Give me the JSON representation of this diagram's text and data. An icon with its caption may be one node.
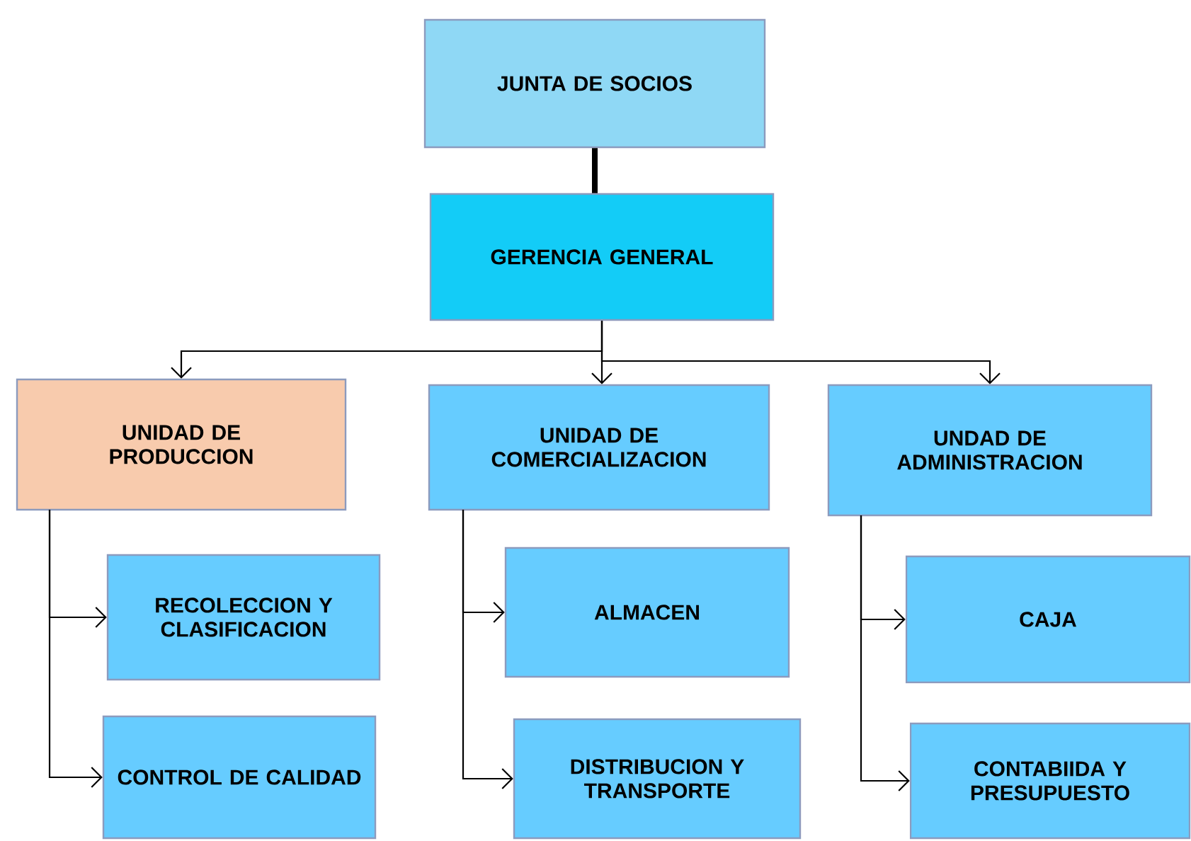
{
  "diagram": {
    "nodes": [
      {
        "text": [
          "JUNTA DE SOCIOS"
        ]
      },
      {
        "text": [
          "GERENCIA GENERAL"
        ]
      },
      {
        "text": [
          "UNIDAD DE PRODUCCION"
        ]
      },
      {
        "text": [
          "UNIDAD DE COMERCIALIZACION"
        ]
      },
      {
        "text": [
          "UNDAD DE ADMINISTRACION"
        ]
      },
      {
        "text": [
          "RECOLECCION Y CLASIFICACION"
        ]
      },
      {
        "text": [
          "CONTROL DE CALIDAD"
        ]
      },
      {
        "text": [
          "ALMACEN"
        ]
      },
      {
        "text": [
          "DISTRIBUCION Y TRANSPORTE"
        ]
      },
      {
        "text": [
          "CAJA"
        ]
      },
      {
        "text": [
          "CONTABIIDA Y PRESUPUESTO"
        ]
      }
    ],
    "edges": [
      {
        "from": 0,
        "to": 1,
        "arrow": "none",
        "style": "thick"
      },
      {
        "from": 1,
        "to": 2,
        "arrow": "to"
      },
      {
        "from": 1,
        "to": 3,
        "arrow": "to"
      },
      {
        "from": 1,
        "to": 4,
        "arrow": "to"
      },
      {
        "from": 2,
        "to": 5,
        "arrow": "to"
      },
      {
        "from": 2,
        "to": 6,
        "arrow": "to"
      },
      {
        "from": 3,
        "to": 7,
        "arrow": "to"
      },
      {
        "from": 3,
        "to": 8,
        "arrow": "to"
      },
      {
        "from": 4,
        "to": 9,
        "arrow": "to"
      },
      {
        "from": 4,
        "to": 10,
        "arrow": "to"
      }
    ]
  }
}
